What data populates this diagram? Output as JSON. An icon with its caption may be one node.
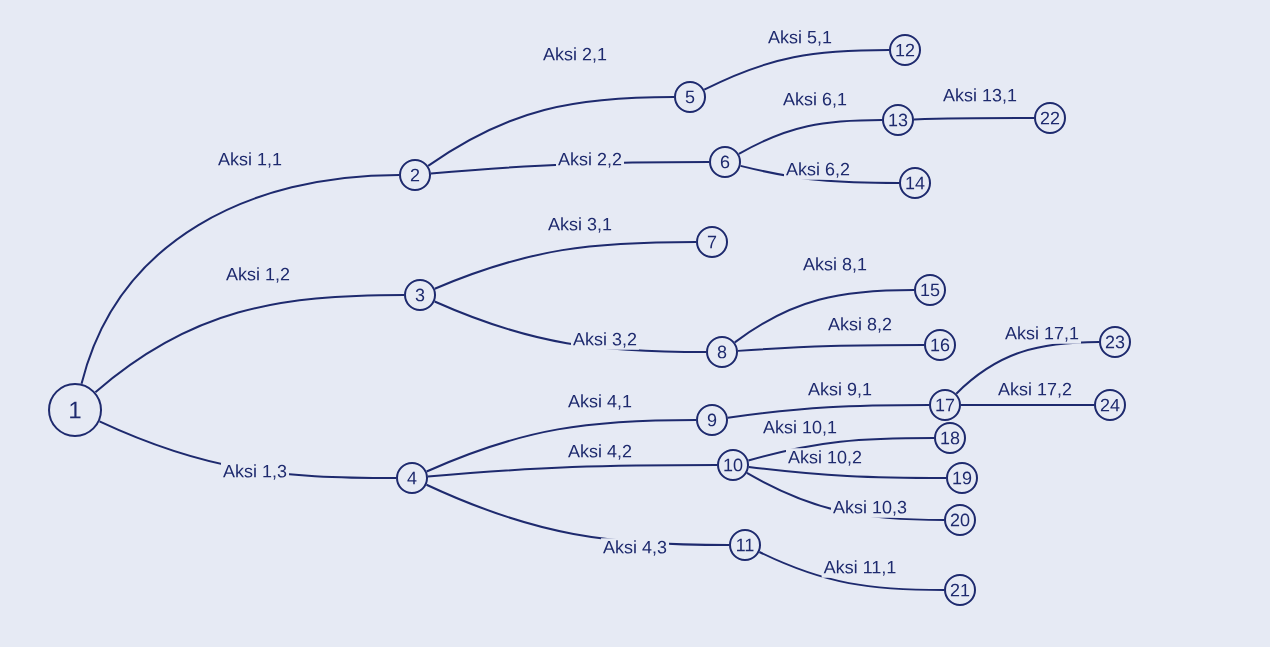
{
  "diagram": {
    "nodes": [
      {
        "text": [
          "1"
        ]
      },
      {
        "text": [
          "2"
        ]
      },
      {
        "text": [
          "3"
        ]
      },
      {
        "text": [
          "4"
        ]
      },
      {
        "text": [
          "5"
        ]
      },
      {
        "text": [
          "6"
        ]
      },
      {
        "text": [
          "7"
        ]
      },
      {
        "text": [
          "8"
        ]
      },
      {
        "text": [
          "9"
        ]
      },
      {
        "text": [
          "10"
        ]
      },
      {
        "text": [
          "11"
        ]
      },
      {
        "text": [
          "12"
        ]
      },
      {
        "text": [
          "13"
        ]
      },
      {
        "text": [
          "14"
        ]
      },
      {
        "text": [
          "15"
        ]
      },
      {
        "text": [
          "16"
        ]
      },
      {
        "text": [
          "17"
        ]
      },
      {
        "text": [
          "18"
        ]
      },
      {
        "text": [
          "19"
        ]
      },
      {
        "text": [
          "20"
        ]
      },
      {
        "text": [
          "21"
        ]
      },
      {
        "text": [
          "22"
        ]
      },
      {
        "text": [
          "23"
        ]
      },
      {
        "text": [
          "24"
        ]
      }
    ],
    "edges": [
      {
        "from": 0,
        "to": 1,
        "arrow": "none",
        "label": "Aksi 1,1"
      },
      {
        "from": 0,
        "to": 2,
        "arrow": "none",
        "label": "Aksi 1,2"
      },
      {
        "from": 0,
        "to": 3,
        "arrow": "none",
        "label": "Aksi 1,3"
      },
      {
        "from": 1,
        "to": 4,
        "arrow": "none",
        "label": "Aksi 2,1"
      },
      {
        "from": 1,
        "to": 5,
        "arrow": "none",
        "label": "Aksi 2,2"
      },
      {
        "from": 4,
        "to": 11,
        "arrow": "none",
        "label": "Aksi 5,1"
      },
      {
        "from": 5,
        "to": 12,
        "arrow": "none",
        "label": "Aksi 6,1"
      },
      {
        "from": 5,
        "to": 13,
        "arrow": "none",
        "label": "Aksi 6,2"
      },
      {
        "from": 12,
        "to": 21,
        "arrow": "none",
        "label": "Aksi 13,1"
      },
      {
        "from": 2,
        "to": 6,
        "arrow": "none",
        "label": "Aksi 3,1"
      },
      {
        "from": 2,
        "to": 7,
        "arrow": "none",
        "label": "Aksi 3,2"
      },
      {
        "from": 7,
        "to": 14,
        "arrow": "none",
        "label": "Aksi 8,1"
      },
      {
        "from": 7,
        "to": 15,
        "arrow": "none",
        "label": "Aksi 8,2"
      },
      {
        "from": 3,
        "to": 8,
        "arrow": "none",
        "label": "Aksi 4,1"
      },
      {
        "from": 3,
        "to": 9,
        "arrow": "none",
        "label": "Aksi 4,2"
      },
      {
        "from": 3,
        "to": 10,
        "arrow": "none",
        "label": "Aksi 4,3"
      },
      {
        "from": 8,
        "to": 16,
        "arrow": "none",
        "label": "Aksi 9,1"
      },
      {
        "from": 16,
        "to": 22,
        "arrow": "none",
        "label": "Aksi 17,1"
      },
      {
        "from": 16,
        "to": 23,
        "arrow": "none",
        "label": "Aksi 17,2"
      },
      {
        "from": 9,
        "to": 17,
        "arrow": "none",
        "label": "Aksi 10,1"
      },
      {
        "from": 9,
        "to": 18,
        "arrow": "none",
        "label": "Aksi 10,2"
      },
      {
        "from": 9,
        "to": 19,
        "arrow": "none",
        "label": "Aksi 10,3"
      },
      {
        "from": 10,
        "to": 20,
        "arrow": "none",
        "label": "Aksi 11,1"
      }
    ]
  }
}
